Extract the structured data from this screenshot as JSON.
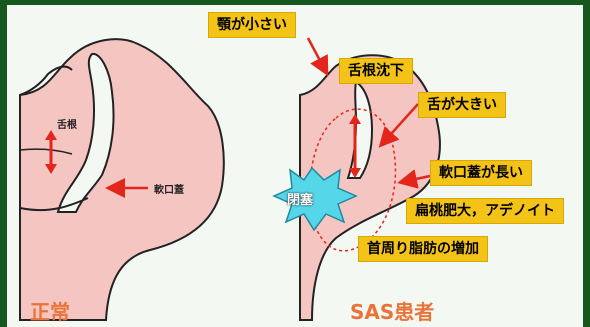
{
  "labels": {
    "tongue_root_normal": "舌根",
    "soft_palate_normal": "軟口蓋",
    "closure": "閉塞",
    "jaw_small": "顎が小さい",
    "tongue_root_falls": "舌根沈下",
    "tongue_large": "舌が大きい",
    "soft_palate_long": "軟口蓋が長い",
    "tonsils_adenoids": "扁桃肥大，アデノイト",
    "neck_fat": "首周り脂肪の増加",
    "caption_normal": "正常",
    "caption_sas": "SAS患者"
  },
  "colors": {
    "background": "#16561f",
    "panel": "#f4f8f3",
    "skin": "#f5c5c1",
    "callout": "#f4c318",
    "arrow": "#e2261c",
    "caption": "#e9743a",
    "burst": "#56d6e9"
  }
}
